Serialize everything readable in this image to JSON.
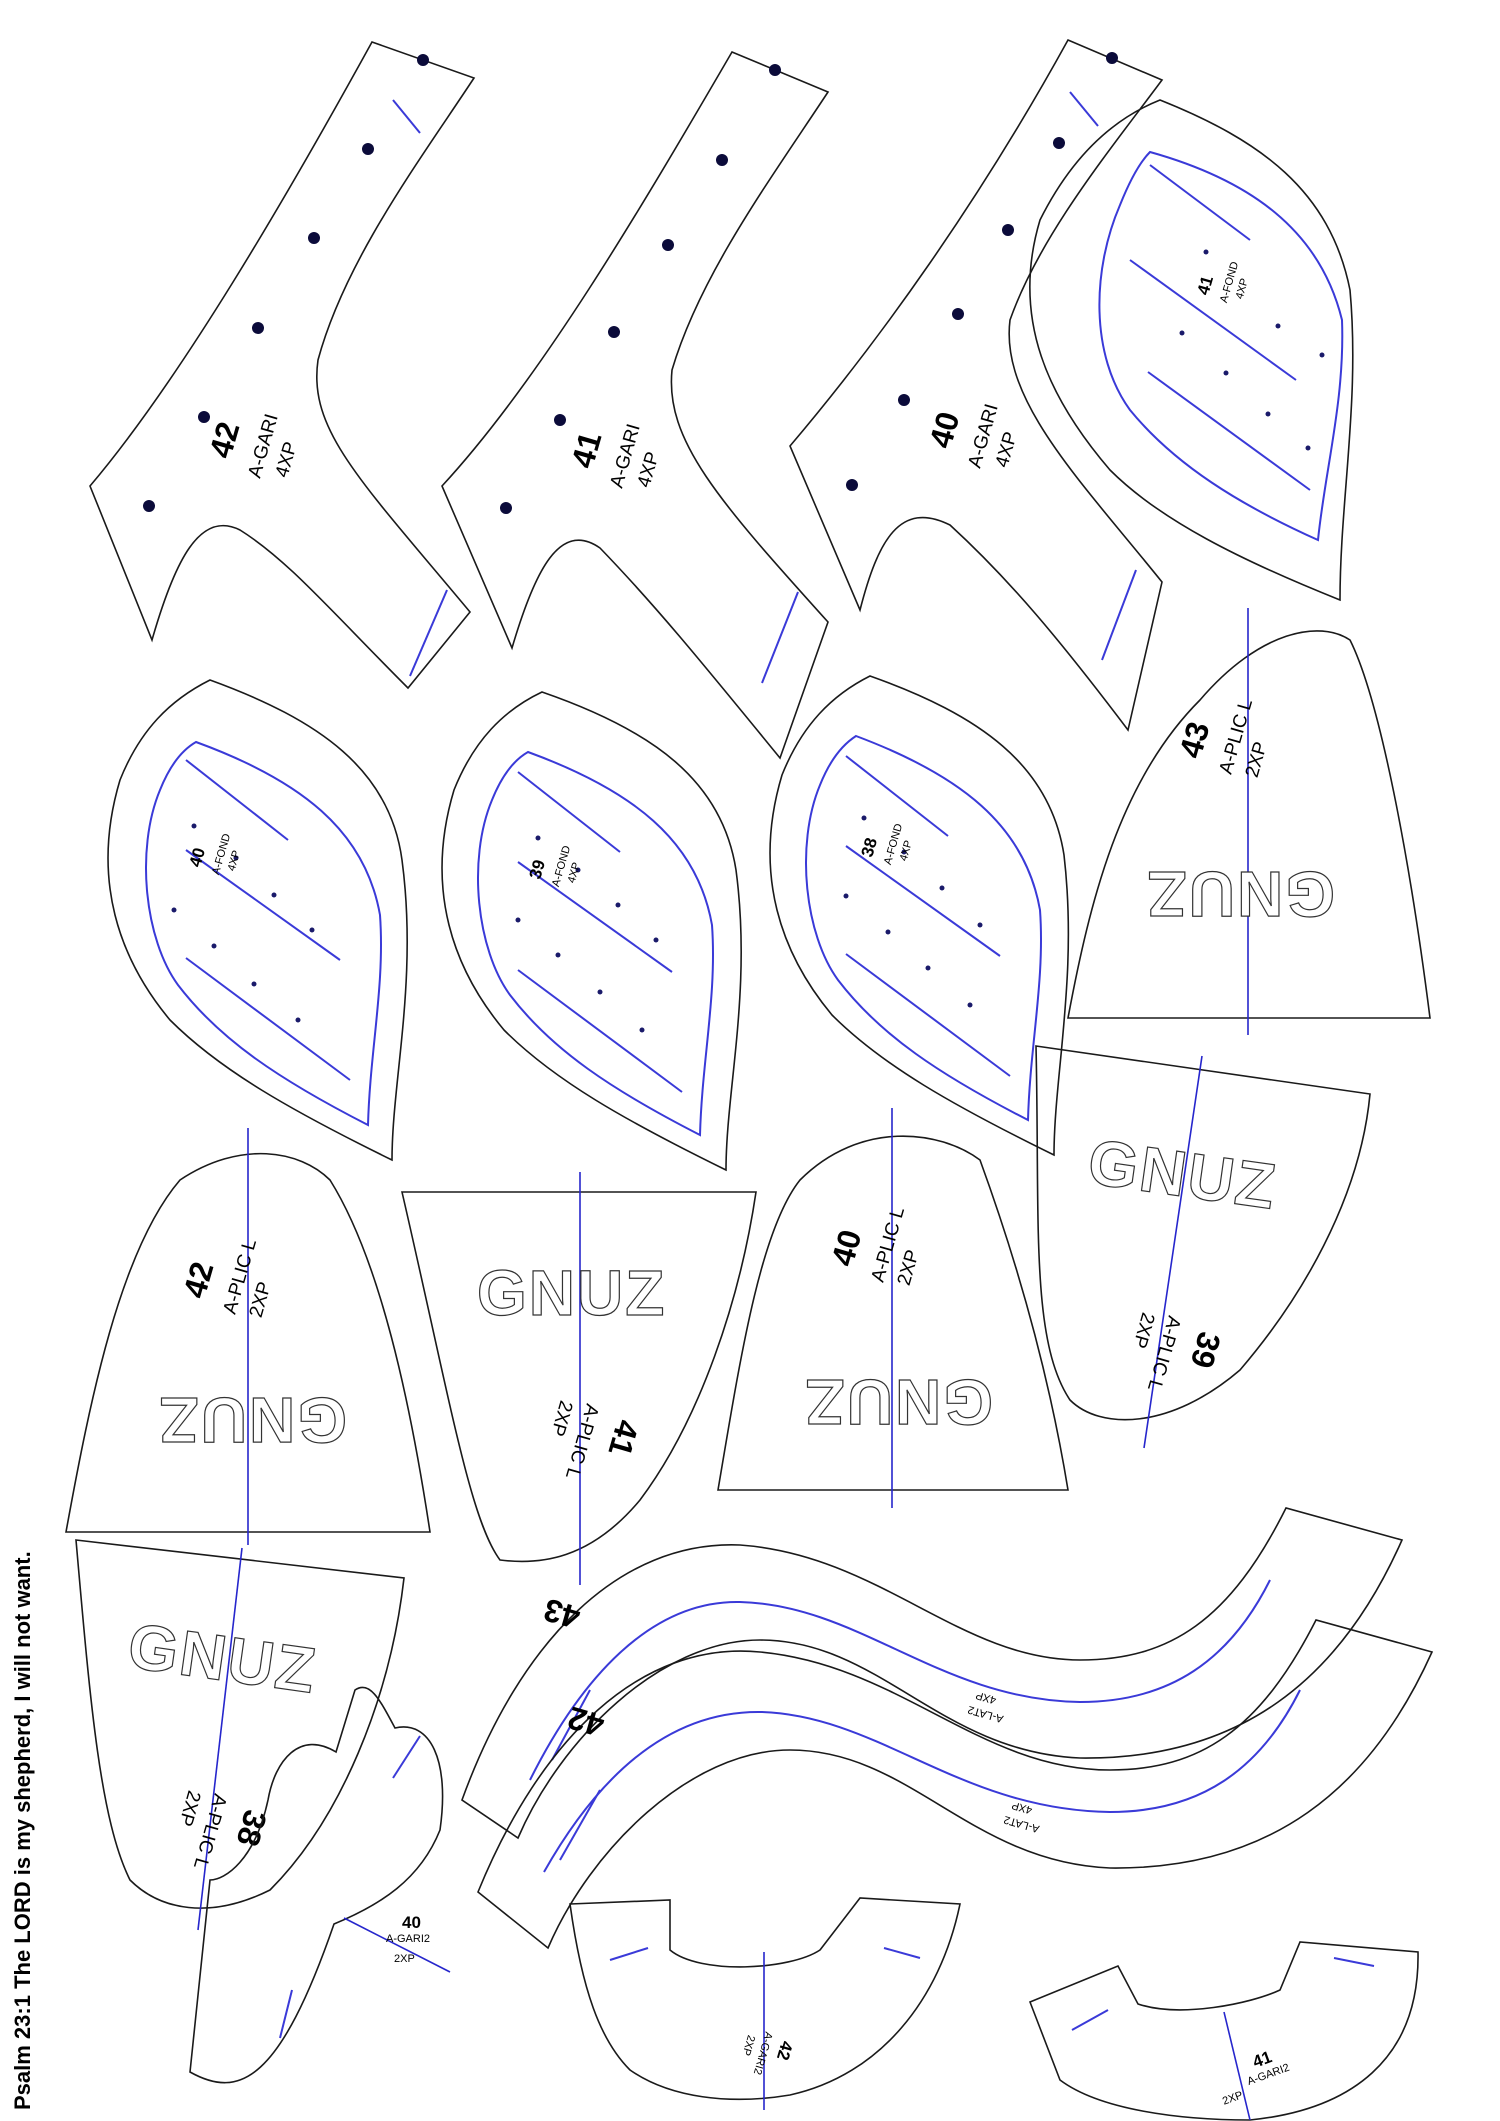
{
  "footer": {
    "verse": "Psalm 23:1 The LORD is my shepherd, I will not want."
  },
  "brand": "GNUZ",
  "colors": {
    "outline": "#1a1a1a",
    "slot": "#3a3ad8",
    "grainline": "#2626cc",
    "hole": "#0b0b3a"
  },
  "pieces": {
    "gari42": {
      "number": "42",
      "code": "A-GARI",
      "qty": "4XP"
    },
    "gari41": {
      "number": "41",
      "code": "A-GARI",
      "qty": "4XP"
    },
    "gari40": {
      "number": "40",
      "code": "A-GARI",
      "qty": "4XP"
    },
    "fond41": {
      "number": "41",
      "code": "A-FOND",
      "qty": "4XP"
    },
    "fond40": {
      "number": "40",
      "code": "A-FOND",
      "qty": "4XP"
    },
    "fond39": {
      "number": "39",
      "code": "A-FOND",
      "qty": "4XP"
    },
    "fond38": {
      "number": "38",
      "code": "A-FOND",
      "qty": "4XP"
    },
    "plic43": {
      "number": "43",
      "code": "A-PLIC L",
      "qty": "2XP"
    },
    "plic42": {
      "number": "42",
      "code": "A-PLIC L",
      "qty": "2XP"
    },
    "plic41": {
      "number": "41",
      "code": "A-PLIC L",
      "qty": "2XP"
    },
    "plic40": {
      "number": "40",
      "code": "A-PLIC L",
      "qty": "2XP"
    },
    "plic39": {
      "number": "39",
      "code": "A-PLIC L",
      "qty": "2XP"
    },
    "plic38": {
      "number": "38",
      "code": "A-PLIC L",
      "qty": "2XP"
    },
    "lat43": {
      "number": "43",
      "code": "A-LAT2",
      "qty": "4XP"
    },
    "lat42": {
      "number": "42",
      "code": "A-LAT2",
      "qty": "4XP"
    },
    "gari2_40": {
      "number": "40",
      "code": "A-GARI2",
      "qty": "2XP"
    },
    "gari2_42": {
      "number": "42",
      "code": "A-GARI2",
      "qty": "2XP"
    },
    "gari2_41": {
      "number": "41",
      "code": "A-GARI2",
      "qty": "2XP"
    }
  }
}
